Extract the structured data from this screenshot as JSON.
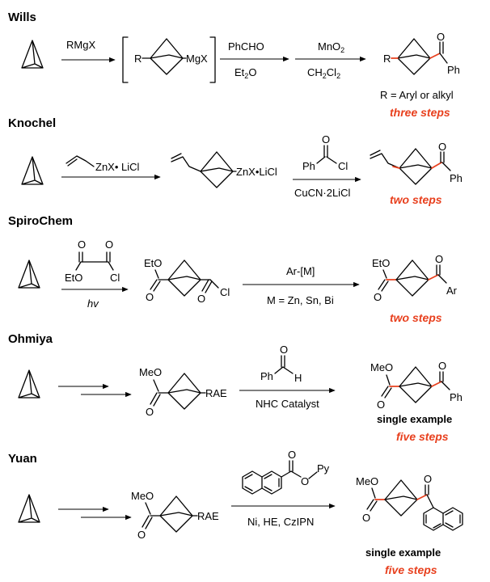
{
  "sections": {
    "wills": {
      "title": "Wills",
      "reagent_grignard": "RMgX",
      "intermediate_r": "R",
      "intermediate_mgx": "MgX",
      "reagent_aldehyde": "PhCHO",
      "solvent_ether": "Et",
      "solvent_ether_sub": "2",
      "solvent_ether_tail": "O",
      "oxidant": "MnO",
      "oxidant_sub": "2",
      "solvent_dcm_a": "CH",
      "solvent_dcm_sub1": "2",
      "solvent_dcm_b": "Cl",
      "solvent_dcm_sub2": "2",
      "product_r": "R",
      "product_o": "O",
      "product_ph": "Ph",
      "r_definition": "R = Aryl or alkyl",
      "steps": "three steps"
    },
    "knochel": {
      "title": "Knochel",
      "reagent_zinc": "ZnX• LiCl",
      "intermediate_zinc": "ZnX•LiCl",
      "acyl_ph": "Ph",
      "acyl_o": "O",
      "acyl_cl": "Cl",
      "catalyst": "CuCN·2LiCl",
      "product_o": "O",
      "product_ph": "Ph",
      "steps": "two steps"
    },
    "spirochem": {
      "title": "SpiroChem",
      "reagent_o1": "O",
      "reagent_o2": "O",
      "reagent_eto": "EtO",
      "reagent_cl": "Cl",
      "light": "hv",
      "intermediate_eto": "EtO",
      "intermediate_o1": "O",
      "intermediate_o2": "O",
      "intermediate_cl": "Cl",
      "reagent_metal": "Ar-[M]",
      "metal_list": "M = Zn, Sn, Bi",
      "product_eto": "EtO",
      "product_o1": "O",
      "product_o2": "O",
      "product_ar": "Ar",
      "steps": "two steps"
    },
    "ohmiya": {
      "title": "Ohmiya",
      "intermediate_meo": "MeO",
      "intermediate_o": "O",
      "intermediate_rae": "RAE",
      "aldehyde_o": "O",
      "aldehyde_ph": "Ph",
      "aldehyde_h": "H",
      "catalyst": "NHC Catalyst",
      "product_meo": "MeO",
      "product_o1": "O",
      "product_o2": "O",
      "product_ph": "Ph",
      "note": "single example",
      "steps": "five steps"
    },
    "yuan": {
      "title": "Yuan",
      "intermediate_meo": "MeO",
      "intermediate_o": "O",
      "intermediate_rae": "RAE",
      "ester_o1": "O",
      "ester_o2": "O",
      "ester_py": "Py",
      "conditions": "Ni, HE, CzIPN",
      "product_meo": "MeO",
      "product_o1": "O",
      "product_o2": "O",
      "note": "single example",
      "steps": "five steps"
    }
  },
  "colors": {
    "highlight": "#e8401e",
    "ink": "#000000"
  }
}
